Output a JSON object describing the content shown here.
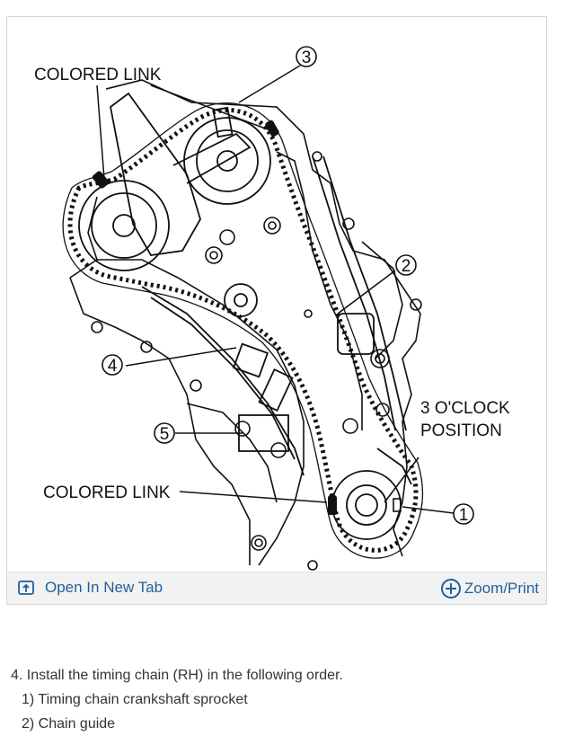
{
  "figure": {
    "labels": {
      "colored_link_top": "COLORED LINK",
      "colored_link_bottom": "COLORED LINK",
      "three_oclock_line1": "3 O'CLOCK",
      "three_oclock_line2": "POSITION"
    },
    "callouts": [
      "1",
      "2",
      "3",
      "4",
      "5"
    ]
  },
  "toolbar": {
    "open_new_tab": "Open In New Tab",
    "zoom_print": "Zoom/Print"
  },
  "instructions": {
    "heading": "4. Install the timing chain (RH) in the following order.",
    "steps": [
      "1) Timing chain crankshaft sprocket",
      "2) Chain guide"
    ]
  }
}
